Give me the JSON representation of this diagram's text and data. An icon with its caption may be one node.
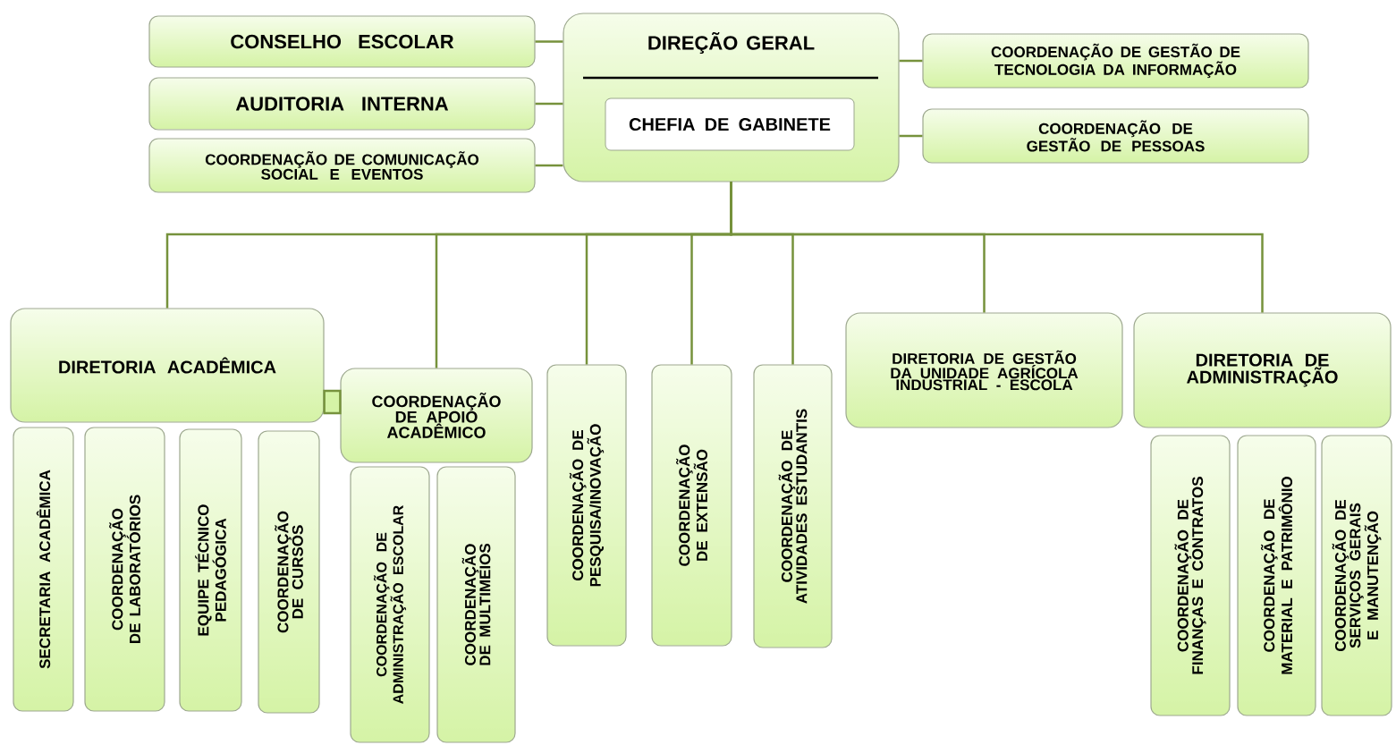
{
  "diagram": {
    "nodes": [
      {
        "text": [
          "DIREÇÃO GERAL"
        ]
      },
      {
        "text": [
          "CHEFIA DE GABINETE"
        ],
        "in": 0
      },
      {
        "text": [
          "CONSELHO ESCOLAR"
        ]
      },
      {
        "text": [
          "AUDITORIA INTERNA"
        ]
      },
      {
        "text": [
          "COORDENAÇÃO DE COMUNICAÇÃO SOCIAL E EVENTOS"
        ]
      },
      {
        "text": [
          "COORDENAÇÃO DE GESTÃO DE TECNOLOGIA DA INFORMAÇÃO"
        ]
      },
      {
        "text": [
          "COORDENAÇÃO DE GESTÃO DE PESSOAS"
        ]
      },
      {
        "text": [
          "DIRETORIA ACADÊMICA"
        ]
      },
      {
        "text": [
          "COORDENAÇÃO DE APOIO ACADÊMICO"
        ]
      },
      {
        "text": [
          "COORDENAÇÃO DE PESQUISA/INOVAÇÃO"
        ]
      },
      {
        "text": [
          "COORDENAÇÃO DE EXTENSÃO"
        ]
      },
      {
        "text": [
          "COORDENAÇÃO DE ATIVIDADES ESTUDANTIS"
        ]
      },
      {
        "text": [
          "DIRETORIA DE GESTÃO DA UNIDADE AGRÍCOLA INDUSTRIAL - ESCOLA"
        ]
      },
      {
        "text": [
          "DIRETORIA DE ADMINISTRAÇÃO"
        ]
      },
      {
        "text": [
          "SECRETARIA ACADÊMICA"
        ]
      },
      {
        "text": [
          "COORDENAÇÃO DE LABORATÓRIOS"
        ]
      },
      {
        "text": [
          "EQUIPE TÉCNICO PEDAGÓGICA"
        ]
      },
      {
        "text": [
          "COORDENAÇÃO  DE CURSOS"
        ]
      },
      {
        "text": [
          "COORDENAÇÃO DE ADMINISTRAÇÃO ESCOLAR"
        ]
      },
      {
        "text": [
          "COORDENAÇÃO DE MULTIMEIOS"
        ]
      },
      {
        "text": [
          "COORDENAÇÃO DE FINANÇAS E CONTRATOS"
        ]
      },
      {
        "text": [
          "COORDENAÇÃO DE MATERIAL E PATRIMÔNIO"
        ]
      },
      {
        "text": [
          "COORDENAÇÃO DE SERVIÇOS GERAIS E MANUTENÇÃO"
        ]
      }
    ],
    "edges": [
      {
        "from": 0,
        "to": 2,
        "arrow": "none"
      },
      {
        "from": 0,
        "to": 3,
        "arrow": "none"
      },
      {
        "from": 0,
        "to": 4,
        "arrow": "none"
      },
      {
        "from": 0,
        "to": 5,
        "arrow": "none"
      },
      {
        "from": 0,
        "to": 6,
        "arrow": "none"
      },
      {
        "from": 0,
        "to": 7,
        "arrow": "none"
      },
      {
        "from": 0,
        "to": 8,
        "arrow": "none"
      },
      {
        "from": 0,
        "to": 9,
        "arrow": "none"
      },
      {
        "from": 0,
        "to": 10,
        "arrow": "none"
      },
      {
        "from": 0,
        "to": 11,
        "arrow": "none"
      },
      {
        "from": 0,
        "to": 12,
        "arrow": "none"
      },
      {
        "from": 0,
        "to": 13,
        "arrow": "none"
      },
      {
        "from": 7,
        "to": 8,
        "arrow": "none"
      }
    ]
  }
}
